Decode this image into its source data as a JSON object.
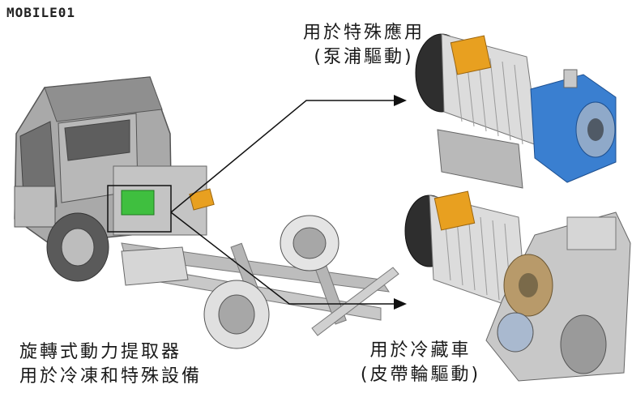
{
  "logo": {
    "text": "MOBILE01"
  },
  "captions": {
    "top": {
      "line1": "用於特殊應用",
      "line2": "(泵浦驅動)"
    },
    "bottom": {
      "line1": "用於冷藏車",
      "line2": "(皮帶輪驅動)"
    },
    "left": {
      "line1": "旋轉式動力提取器",
      "line2": "用於冷凍和特殊設備"
    }
  },
  "colors": {
    "truck_body": "#9a9a9a",
    "pto_highlight": "#3fbf3f",
    "connector_orange": "#e8a020",
    "pump_blue": "#3a7fd0",
    "arrow": "#111111"
  },
  "icons": [
    "callout-arrow-top",
    "callout-arrow-bottom",
    "highlight-box"
  ]
}
